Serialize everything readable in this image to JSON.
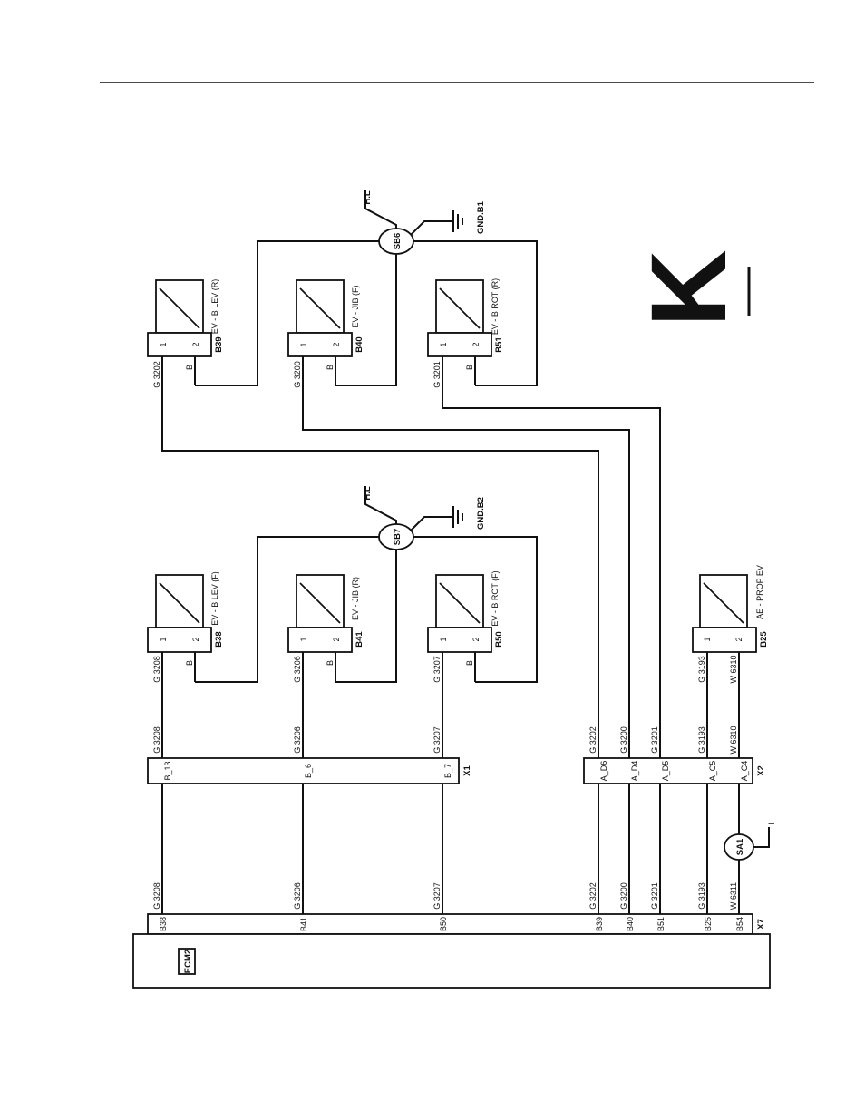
{
  "page_letter": "K",
  "ecm": {
    "label": "ECM2"
  },
  "x7": {
    "name": "X7",
    "pins": [
      "B38",
      "B41",
      "B50",
      "B39",
      "B40",
      "B51",
      "B25",
      "B54"
    ],
    "wires": [
      "G 3208",
      "G 3206",
      "G 3207",
      "G 3202",
      "G 3200",
      "G 3201",
      "G 3193",
      "W 6311"
    ]
  },
  "x1": {
    "name": "X1",
    "pins": [
      "B_13",
      "B_6",
      "B_7"
    ],
    "wires": [
      "G 3208",
      "G 3206",
      "G 3207"
    ]
  },
  "x2": {
    "name": "X2",
    "pins": [
      "A_D6",
      "A_D4",
      "A_D5",
      "A_C5",
      "A_C4"
    ],
    "wires": [
      "G 3202",
      "G 3200",
      "G 3201",
      "G 3193",
      "W 6310"
    ]
  },
  "splice_sa1": {
    "label": "SA1",
    "ref": "I"
  },
  "splice_sb6": {
    "label": "SB6",
    "hl": "H.L",
    "gnd": "GND.B1"
  },
  "splice_sb7": {
    "label": "SB7",
    "hl": "H.L",
    "gnd": "GND.B2"
  },
  "upper_valves": [
    {
      "id": "B39",
      "label": "EV - B LEV (R)",
      "pin1": "1",
      "pin2": "2",
      "wire1": "G 3202",
      "wire2": "B"
    },
    {
      "id": "B40",
      "label": "EV - JIB (F)",
      "pin1": "1",
      "pin2": "2",
      "wire1": "G 3200",
      "wire2": "B"
    },
    {
      "id": "B51",
      "label": "EV - B ROT (R)",
      "pin1": "1",
      "pin2": "2",
      "wire1": "G 3201",
      "wire2": "B"
    }
  ],
  "lower_valves": [
    {
      "id": "B38",
      "label": "EV - B LEV (F)",
      "pin1": "1",
      "pin2": "2",
      "wire1": "G 3208",
      "wire2": "B"
    },
    {
      "id": "B41",
      "label": "EV - JIB (R)",
      "pin1": "1",
      "pin2": "2",
      "wire1": "G 3206",
      "wire2": "B"
    },
    {
      "id": "B50",
      "label": "EV - B ROT (F)",
      "pin1": "1",
      "pin2": "2",
      "wire1": "G 3207",
      "wire2": "B"
    }
  ],
  "prop_valve": {
    "id": "B25",
    "label": "AE - PROP EV",
    "pin1": "1",
    "pin2": "2",
    "wire1": "G 3193",
    "wire2": "W 6310"
  }
}
